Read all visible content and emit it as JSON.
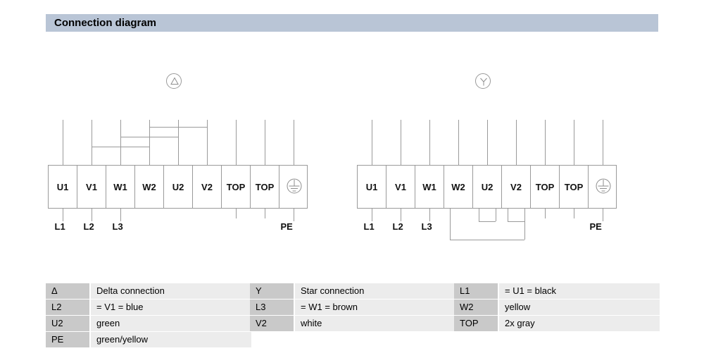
{
  "header": {
    "title": "Connection diagram",
    "bar_color": "#b9c5d6"
  },
  "diagrams": [
    {
      "id": "delta",
      "symbol_name": "delta-triangle-icon",
      "symbol_glyph": "triangle",
      "terminals": [
        {
          "label": "U1"
        },
        {
          "label": "V1"
        },
        {
          "label": "W1"
        },
        {
          "label": "W2"
        },
        {
          "label": "U2"
        },
        {
          "label": "V2"
        },
        {
          "label": "TOP"
        },
        {
          "label": "TOP"
        },
        {
          "label": "earth-symbol"
        }
      ],
      "phase_labels": [
        {
          "text": "L1",
          "terminal": "U1"
        },
        {
          "text": "L2",
          "terminal": "V1"
        },
        {
          "text": "L3",
          "terminal": "W1"
        },
        {
          "text": "PE",
          "terminal": "earth"
        }
      ],
      "jumpers": [
        {
          "from": "V1",
          "to": "W2",
          "position": "above"
        },
        {
          "from": "W1",
          "to": "U2",
          "position": "above"
        },
        {
          "from": "W2",
          "to": "V2",
          "position": "above"
        }
      ]
    },
    {
      "id": "star",
      "symbol_name": "star-wye-icon",
      "symbol_glyph": "wye",
      "terminals": [
        {
          "label": "U1"
        },
        {
          "label": "V1"
        },
        {
          "label": "W1"
        },
        {
          "label": "W2"
        },
        {
          "label": "U2"
        },
        {
          "label": "V2"
        },
        {
          "label": "TOP"
        },
        {
          "label": "TOP"
        },
        {
          "label": "earth-symbol"
        }
      ],
      "phase_labels": [
        {
          "text": "L1",
          "terminal": "U1"
        },
        {
          "text": "L2",
          "terminal": "V1"
        },
        {
          "text": "L3",
          "terminal": "W1"
        },
        {
          "text": "PE",
          "terminal": "earth"
        }
      ],
      "jumpers": [
        {
          "from": "U2",
          "to": "U2",
          "position": "below",
          "kind": "short-u"
        },
        {
          "from": "V2",
          "to": "V2",
          "position": "below",
          "kind": "short-u"
        },
        {
          "from": "W2",
          "to": "V2",
          "position": "below",
          "kind": "long-u"
        }
      ]
    }
  ],
  "legend": {
    "columns": [
      {
        "rows": [
          {
            "key": "Δ",
            "value": "Delta connection"
          },
          {
            "key": "L2",
            "value": "= V1 = blue"
          },
          {
            "key": "U2",
            "value": "green"
          },
          {
            "key": "PE",
            "value": "green/yellow"
          }
        ]
      },
      {
        "rows": [
          {
            "key": "Y",
            "value": "Star connection"
          },
          {
            "key": "L3",
            "value": "= W1 = brown"
          },
          {
            "key": "V2",
            "value": "white"
          }
        ]
      },
      {
        "rows": [
          {
            "key": "L1",
            "value": "= U1 = black"
          },
          {
            "key": "W2",
            "value": "yellow"
          },
          {
            "key": "TOP",
            "value": "2x gray"
          }
        ]
      }
    ],
    "key_bg": "#c9c9c9",
    "value_bg": "#ececec"
  }
}
